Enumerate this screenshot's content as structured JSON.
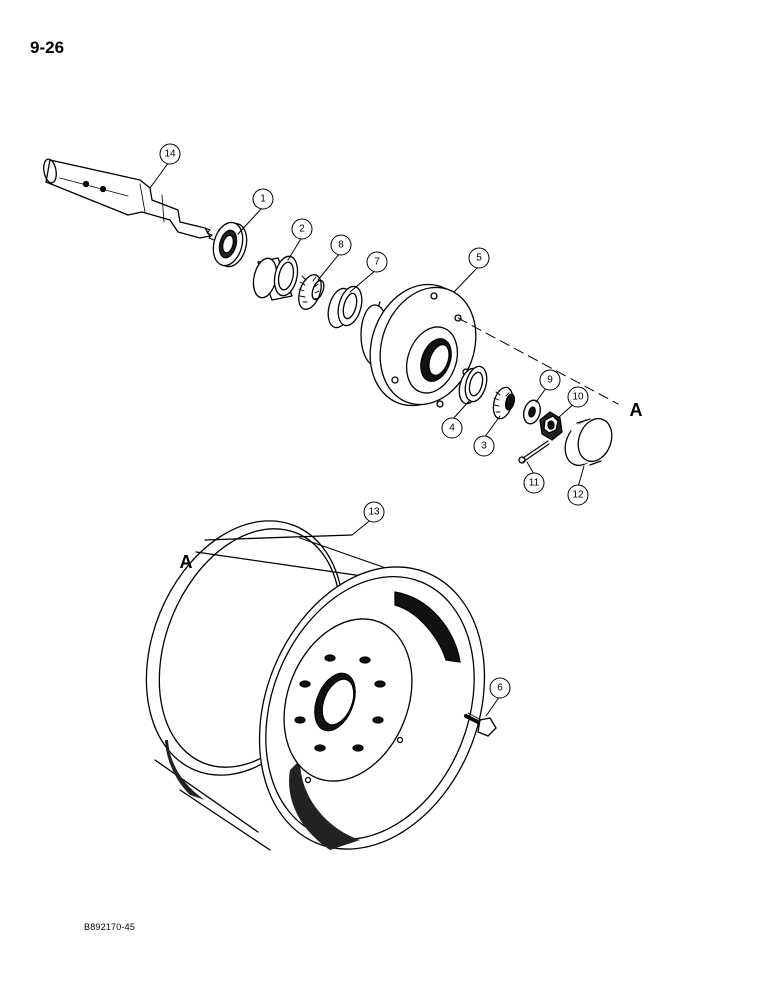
{
  "page": {
    "number": "9-26",
    "figure_code": "B892170-45"
  },
  "callouts": [
    {
      "id": "c1",
      "label": "1"
    },
    {
      "id": "c2",
      "label": "2"
    },
    {
      "id": "c3",
      "label": "3"
    },
    {
      "id": "c4",
      "label": "4"
    },
    {
      "id": "c5",
      "label": "5"
    },
    {
      "id": "c6",
      "label": "6"
    },
    {
      "id": "c7",
      "label": "7"
    },
    {
      "id": "c8",
      "label": "8"
    },
    {
      "id": "c9",
      "label": "9"
    },
    {
      "id": "c10",
      "label": "10"
    },
    {
      "id": "c11",
      "label": "11"
    },
    {
      "id": "c12",
      "label": "12"
    },
    {
      "id": "c13",
      "label": "13"
    },
    {
      "id": "c14",
      "label": "14"
    }
  ],
  "reference_marks": {
    "upper": "A",
    "lower": "A"
  }
}
